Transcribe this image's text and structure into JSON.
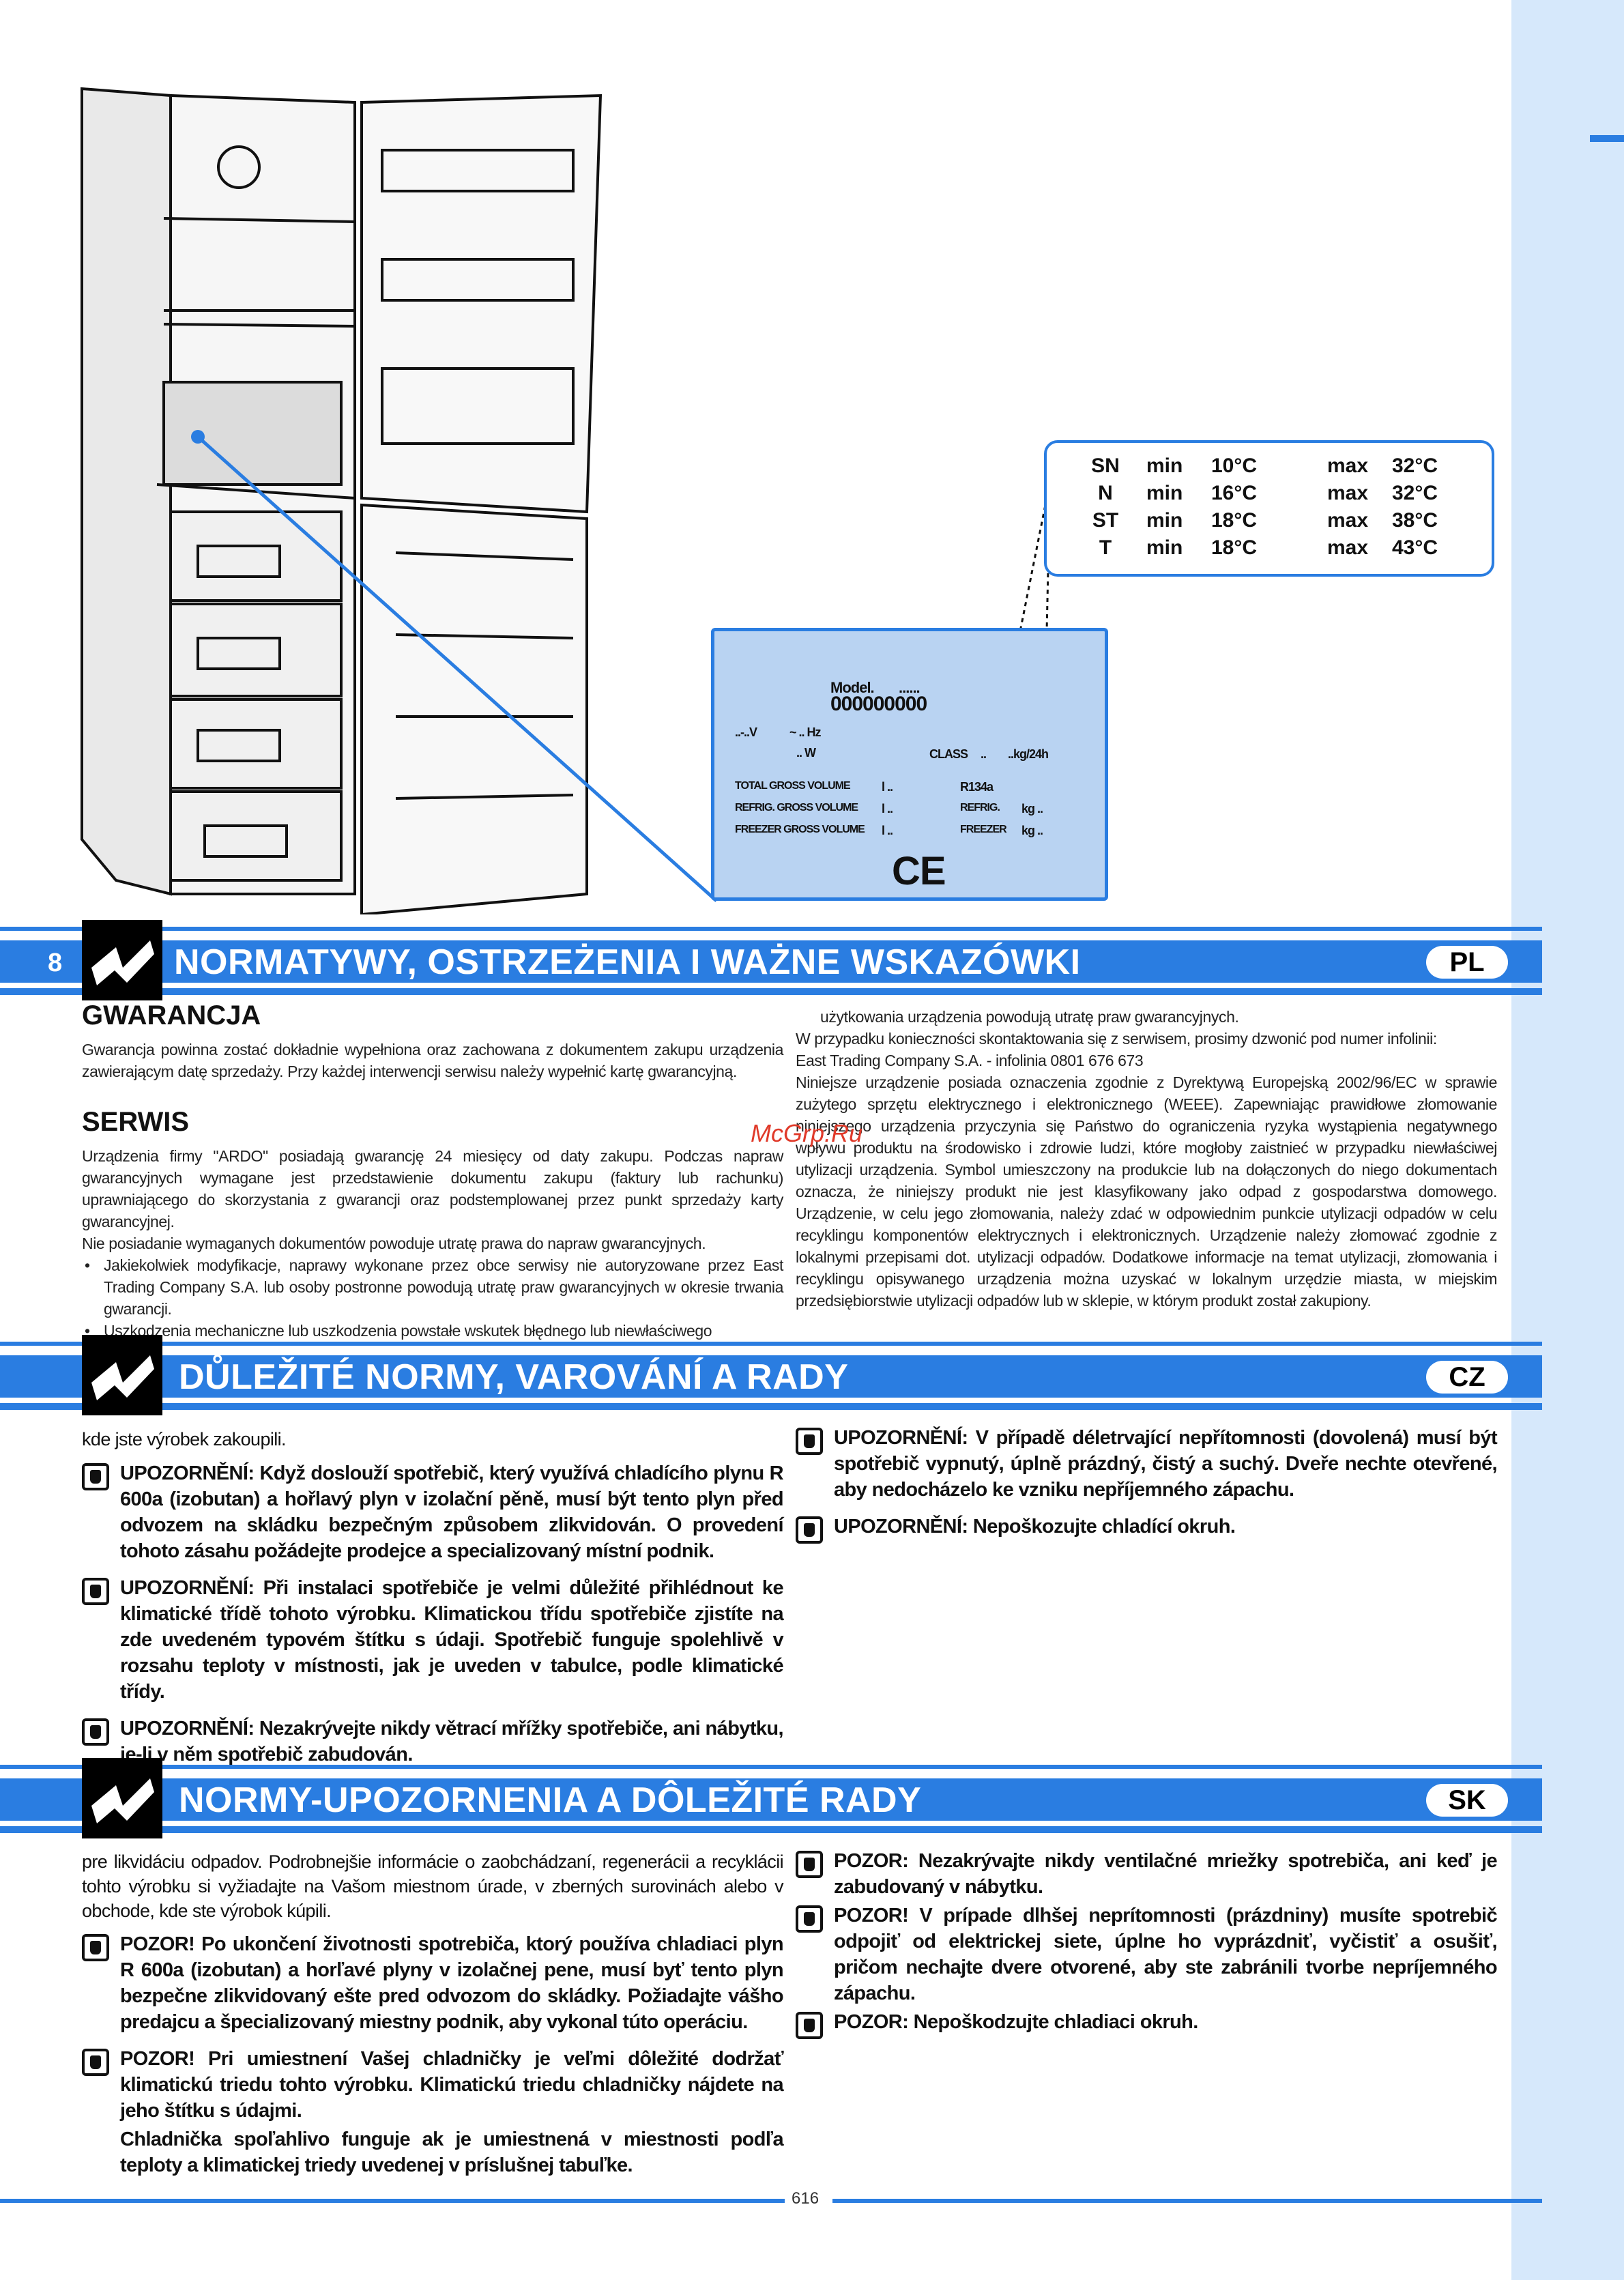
{
  "climate_table": {
    "rows": [
      {
        "cls": "SN",
        "min_label": "min",
        "min": "10°C",
        "max_label": "max",
        "max": "32°C"
      },
      {
        "cls": "N",
        "min_label": "min",
        "min": "16°C",
        "max_label": "max",
        "max": "32°C"
      },
      {
        "cls": "ST",
        "min_label": "min",
        "min": "18°C",
        "max_label": "max",
        "max": "38°C"
      },
      {
        "cls": "T",
        "min_label": "min",
        "min": "18°C",
        "max_label": "max",
        "max": "43°C"
      }
    ]
  },
  "rating_plate": {
    "model_label": "Model.",
    "model_value": "......",
    "serial": "000000000",
    "volt": "..-..V",
    "hz": "~ .. Hz",
    "watt": ".. W",
    "class_label": "CLASS",
    "class_value": "..",
    "kgh": "..kg/24h",
    "total": "TOTAL GROSS VOLUME",
    "refrig": "REFRIG. GROSS VOLUME",
    "freezer": "FREEZER GROSS VOLUME",
    "l1": "l ..",
    "l2": "l ..",
    "l3": "l ..",
    "gas": "R134a",
    "refrig_kg": "REFRIG.",
    "freezer_kg": "FREEZER",
    "kg1": "kg ..",
    "kg2": "kg ..",
    "ce": "CE"
  },
  "watermark": "McGrp.Ru",
  "section_pl": {
    "page_num": "8",
    "title": "NORMATYWY, OSTRZEŻENIA I WAŻNE WSKAZÓWKI",
    "lang": "PL",
    "h_warranty": "GWARANCJA",
    "warranty_text": "Gwarancja powinna zostać dokładnie wypełniona oraz zachowana z dokumentem zakupu urządzenia zawierającym datę sprzedaży. Przy każdej interwencji serwisu należy wypełnić kartę gwarancyjną.",
    "h_service": "SERWIS",
    "service_p1": "Urządzenia firmy \"ARDO\" posiadają gwarancję 24 miesięcy od daty zakupu. Podczas napraw gwarancyjnych wymagane jest przedstawienie dokumentu zakupu (faktury lub rachunku) uprawniającego do skorzystania z gwarancji oraz podstemplowanej przez punkt sprzedaży karty gwarancyjnej.",
    "service_p2": "Nie posiadanie wymaganych dokumentów powoduje utratę prawa do napraw gwarancyjnych.",
    "bullet1": "Jakiekolwiek modyfikacje, naprawy wykonane przez obce serwisy nie autoryzowane przez East Trading Company S.A. lub osoby postronne powodują utratę praw gwarancyjnych w okresie trwania gwarancji.",
    "bullet2": "Uszkodzenia mechaniczne lub uszkodzenia powstałe wskutek błędnego lub niewłaściwego",
    "right_p1": "użytkowania urządzenia powodują utratę praw gwarancyjnych.",
    "right_p2": "W przypadku konieczności skontaktowania się z serwisem, prosimy dzwonić pod numer infolinii:",
    "right_p3": "East Trading Company S.A. - infolinia 0801 676 673",
    "right_p4": "Niniejsze urządzenie posiada oznaczenia zgodnie z Dyrektywą Europejską 2002/96/EC w sprawie zużytego sprzętu elektrycznego i elektronicznego (WEEE). Zapewniając prawidłowe złomowanie niniejszego urządzenia przyczynia się Państwo do ograniczenia ryzyka wystąpienia negatywnego wpływu produktu na środowisko i zdrowie ludzi, które mogłoby zaistnieć w przypadku niewłaściwej utylizacji urządzenia. Symbol umieszczony na produkcie lub na dołączonych do niego dokumentach oznacza, że niniejszy produkt nie jest klasyfikowany jako odpad z gospodarstwa domowego. Urządzenie, w celu jego złomowania, należy zdać w odpowiednim punkcie utylizacji odpadów w celu recyklingu komponentów elektrycznych i elektronicznych. Urządzenie należy złomować zgodnie z lokalnymi przepisami dot. utylizacji odpadów. Dodatkowe informacje na temat utylizacji, złomowania i recyklingu opisywanego urządzenia można uzyskać w lokalnym urzędzie miasta, w miejskim przedsiębiorstwie utylizacji odpadów lub w sklepie, w którym produkt został zakupiony."
  },
  "section_cz": {
    "title": "DŮLEŽITÉ NORMY, VAROVÁNÍ A RADY",
    "lang": "CZ",
    "intro": "kde jste výrobek zakoupili.",
    "w1": "UPOZORNĚNÍ: Když doslouží spotřebič, který využívá chladícího plynu R 600a (izobutan) a hořlavý plyn v izolační pěně, musí být tento plyn před odvozem na skládku bezpečným způsobem zlikvidován. O provedení tohoto zásahu požádejte prodejce a specializovaný místní podnik.",
    "w2": "UPOZORNĚNÍ: Při instalaci spotřebiče je velmi důležité přihlédnout ke klimatické třídě tohoto výrobku. Klimatickou třídu spotřebiče zjistíte na zde uvedeném typovém štítku s údaji. Spotřebič funguje spolehlivě v rozsahu teploty v místnosti, jak je uveden v tabulce, podle klimatické třídy.",
    "w3": "UPOZORNĚNÍ: Nezakrývejte nikdy větrací mřížky spotřebiče, ani nábytku, je-li v něm spotřebič zabudován.",
    "w4": "UPOZORNĚNÍ: V případě déletrvající nepřítomnosti (dovolená) musí být spotřebič vypnutý, úplně prázdný, čistý a suchý. Dveře nechte otevřené, aby nedocházelo ke vzniku nepříjemného zápachu.",
    "w5": "UPOZORNĚNÍ: Nepoškozujte chladící okruh."
  },
  "section_sk": {
    "title": "NORMY-UPOZORNENIA A DÔLEŽITÉ RADY",
    "lang": "SK",
    "intro": "pre likvidáciu odpadov. Podrobnejšie informácie o zaobchádzaní, regenerácii a recyklácii tohto výrobku si vyžiadajte na Vašom miestnom úrade, v zberných surovinách alebo v obchode, kde ste výrobok kúpili.",
    "w1": "POZOR! Po ukončení životnosti spotrebiča, ktorý používa chladiaci plyn R 600a (izobutan) a horľavé plyny v izolačnej pene, musí byť tento plyn bezpečne zlikvidovaný ešte pred odvozom do skládky. Požiadajte vášho predajcu a špecializovaný miestny podnik, aby vykonal túto operáciu.",
    "w2": "POZOR! Pri umiestnení Vašej chladničky je veľmi dôležité dodržať klimatickú triedu tohto výrobku. Klimatickú triedu chladničky nájdete na jeho štítku s údajmi.",
    "p1": "Chladnička spoľahlivo funguje ak je umiestnená v miestnosti podľa teploty a klimatickej triedy uvedenej v príslušnej tabuľke.",
    "w3": "POZOR: Nezakrývajte nikdy ventilačné mriežky spotrebiča, ani keď je zabudovaný v nábytku.",
    "w4": "POZOR! V prípade dlhšej neprítomnosti (prázdniny) musíte spotrebič odpojiť od elektrickej siete, úplne ho vyprázdniť, vyčistiť a osušiť, pričom nechajte dvere otvorené, aby ste zabránili tvorbe nepríjemného zápachu.",
    "w5": "POZOR: Nepoškodzujte chladiaci okruh."
  },
  "footer": {
    "page": "616"
  }
}
